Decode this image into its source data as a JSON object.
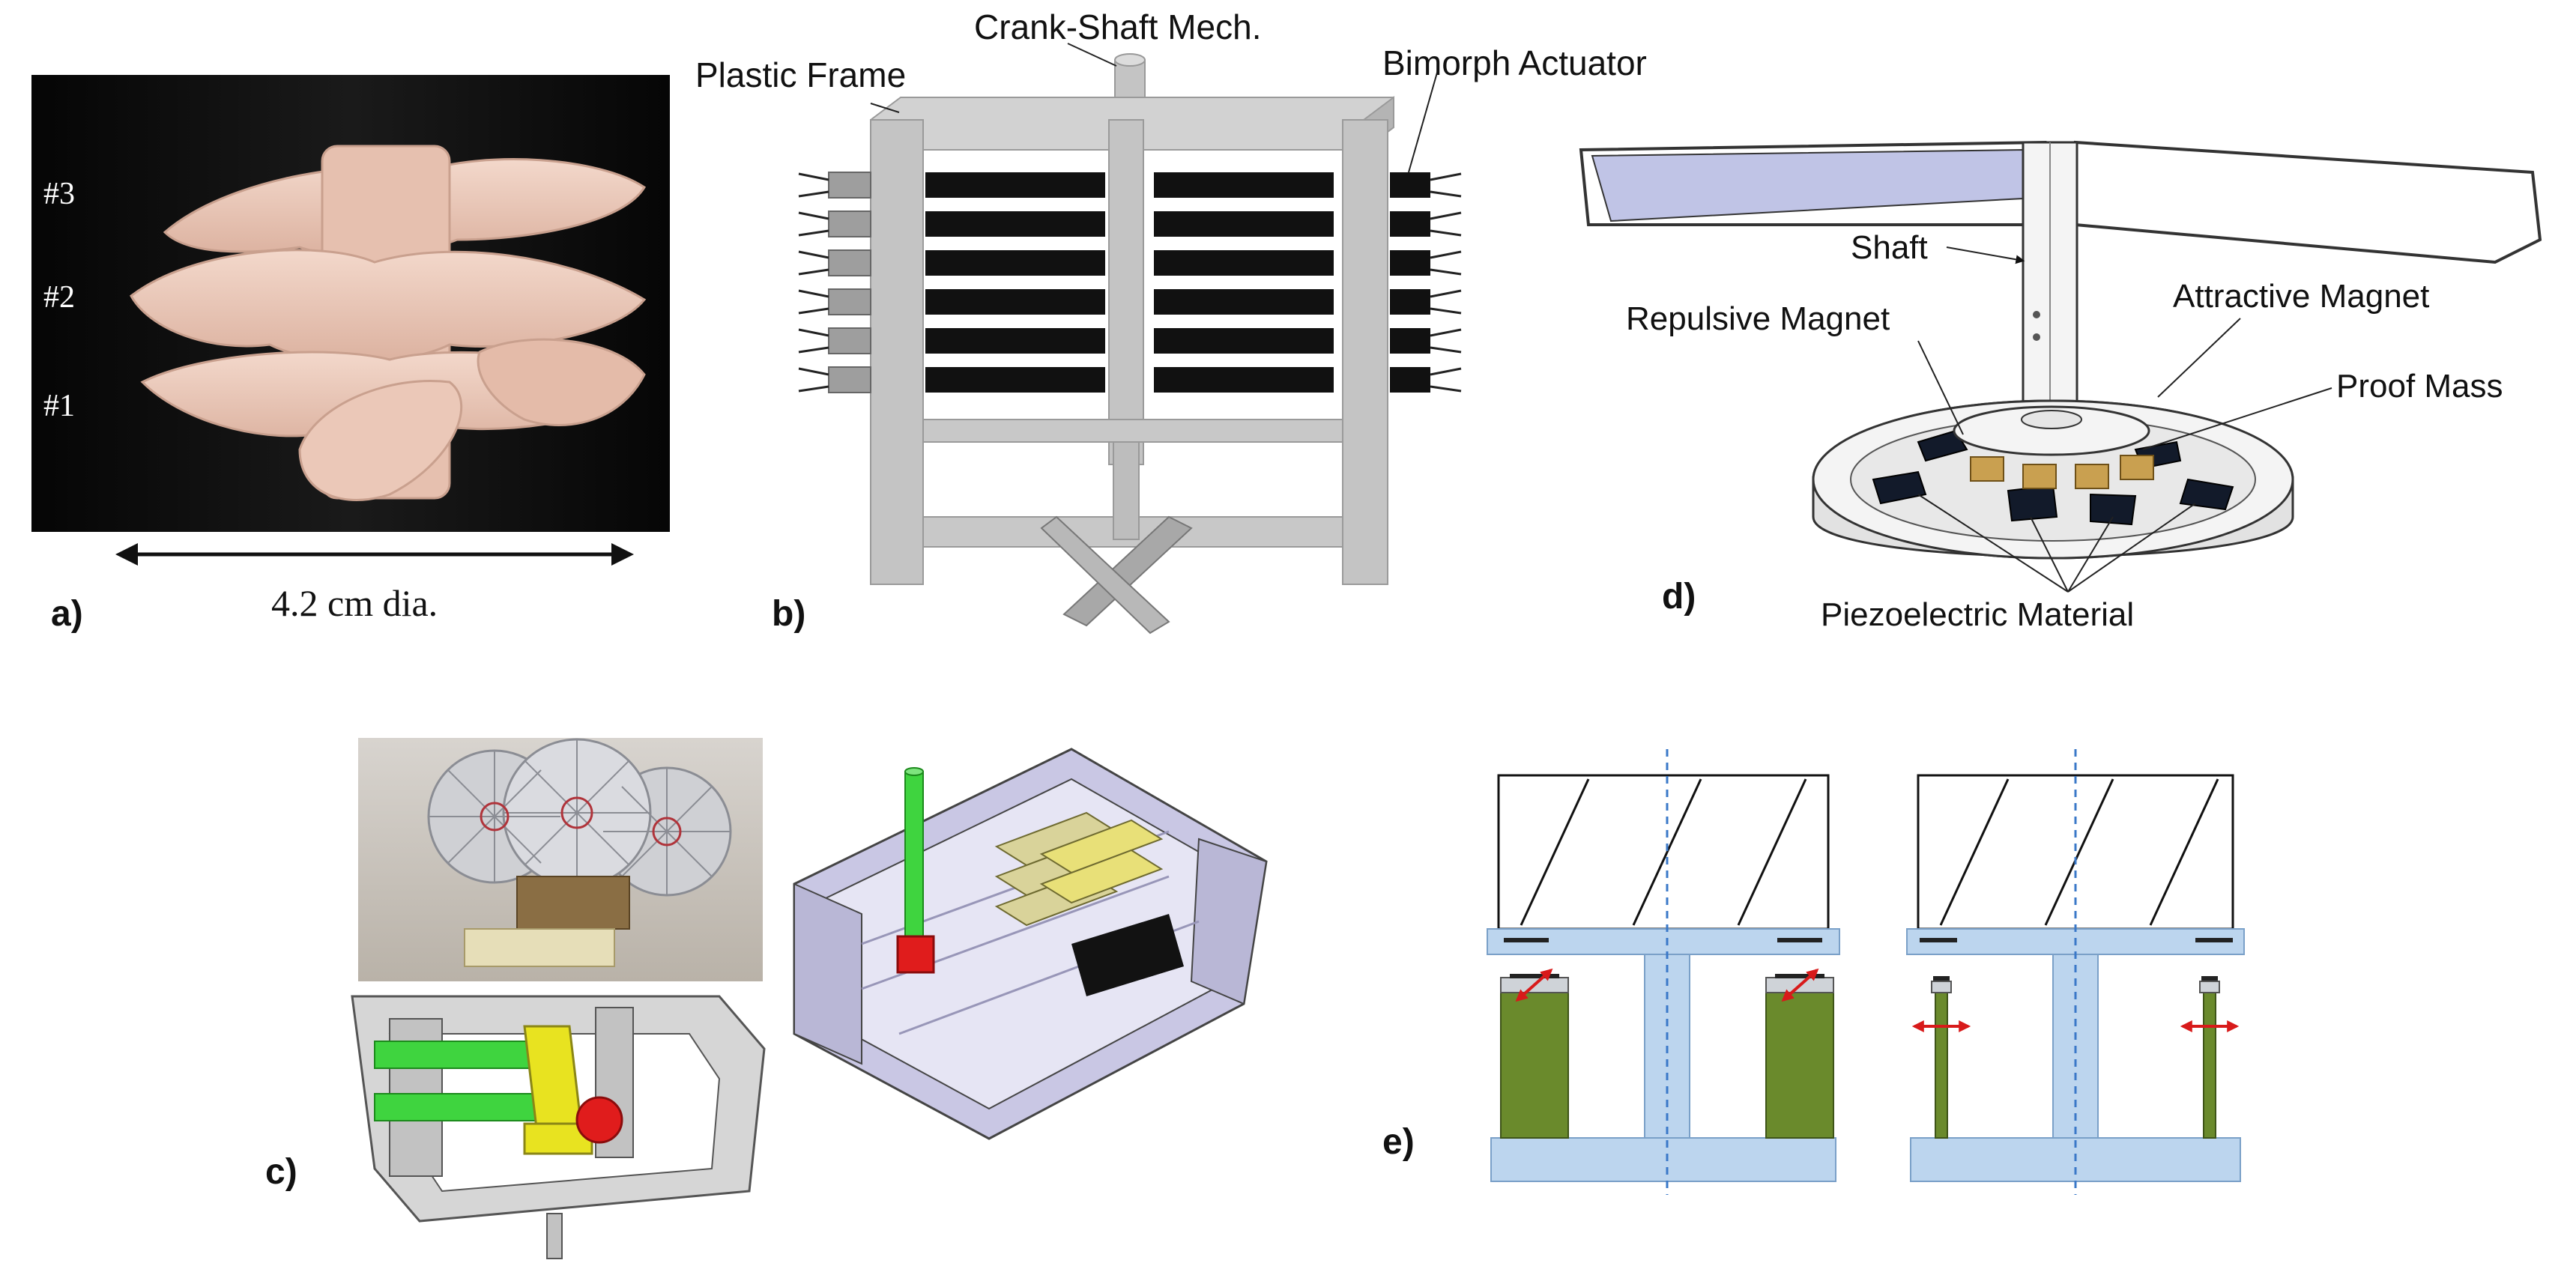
{
  "panels": {
    "a": {
      "letter": "a)",
      "blade_labels": [
        "#3",
        "#2",
        "#1"
      ],
      "dimension": "4.2 cm dia."
    },
    "b": {
      "letter": "b)",
      "labels": {
        "crank_shaft": "Crank-Shaft Mech.",
        "plastic_frame": "Plastic Frame",
        "bimorph_actuator": "Bimorph Actuator"
      }
    },
    "c": {
      "letter": "c)"
    },
    "d": {
      "letter": "d)",
      "labels": {
        "shaft": "Shaft",
        "repulsive_magnet": "Repulsive Magnet",
        "attractive_magnet": "Attractive Magnet",
        "proof_mass": "Proof Mass",
        "piezoelectric_material": "Piezoelectric Material"
      }
    },
    "e": {
      "letter": "e)"
    }
  },
  "colors": {
    "frame_gray": "#c4c4c4",
    "actuator_black": "#111111",
    "photo_bg": "#0c0c0c",
    "blade_pink": "#ecc6b6",
    "light_blue": "#bcd5ee",
    "piezo_green": "#6a8a2c",
    "frame_lavender": "#c9c7e4",
    "rod_green": "#3fd43f",
    "part_yellow": "#e8e320",
    "knob_red": "#e01c1c",
    "arrow_red": "#d81a1a",
    "dashed_blue": "#3a78c8"
  }
}
